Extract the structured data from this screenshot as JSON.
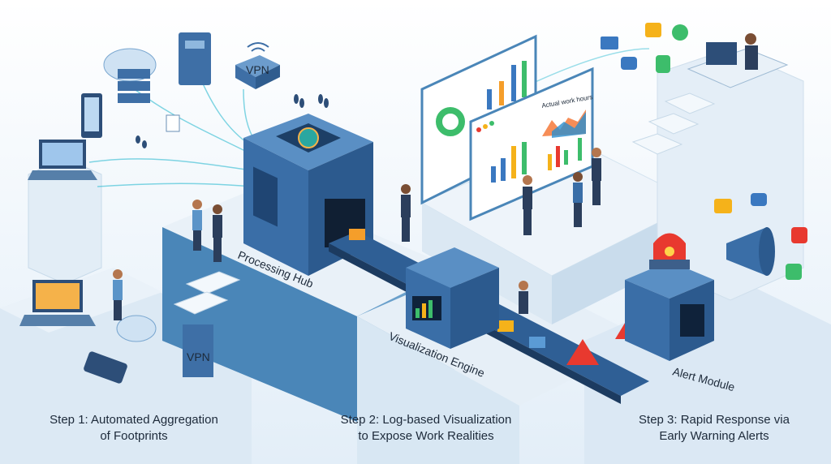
{
  "steps": [
    {
      "line1": "Step 1: Automated Aggregation",
      "line2": "of Footprints"
    },
    {
      "line1": "Step 2: Log-based Visualization",
      "line2": "to Expose Work Realities"
    },
    {
      "line1": "Step 3: Rapid Response via",
      "line2": "Early Warning Alerts"
    }
  ],
  "labels": {
    "processing_hub": "Processing Hub",
    "visualization_engine": "Visualization Engine",
    "alert_module": "Alert Module",
    "vpn_top": "VPN",
    "vpn_bottom": "VPN",
    "dashboard_chart_title": "Actual work hours"
  },
  "colors": {
    "platform": "#d6e6f3",
    "platform_side": "#5b8fc0",
    "machine": "#3d6fa8",
    "alert_red": "#e8392f",
    "accent_teal": "#2aa7a0"
  }
}
